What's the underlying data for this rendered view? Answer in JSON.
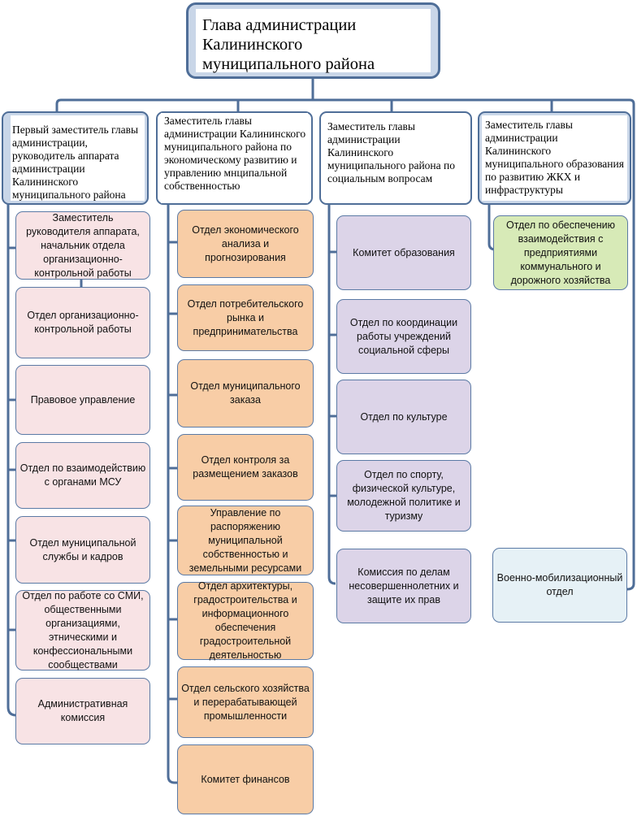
{
  "diagram": {
    "head": {
      "label": "Глава администрации Калининского муниципального района"
    },
    "branches": [
      {
        "deputy": "Первый заместитель главы администрации, руководитель аппарата администрации Калининского муниципального района",
        "color": "#f8e3e5",
        "units": [
          "Заместитель руководителя аппарата, начальник отдела организационно-контрольной работы",
          "Отдел организационно-контрольной работы",
          "Правовое управление",
          "Отдел по взаимодействию с органами МСУ",
          "Отдел муниципальной службы и кадров",
          "Отдел по работе со СМИ, общественными организациями, этническими и конфессиональными сообществами",
          "Административная комиссия"
        ]
      },
      {
        "deputy": "Заместитель главы администрации Калининского муниципального района по экономическому развитию и управлению мнципальной собственностью",
        "color": "#f8cda6",
        "units": [
          "Отдел экономического анализа и прогнозирования",
          "Отдел потребительского рынка и предпринимательства",
          "Отдел муниципального заказа",
          "Отдел контроля за размещением заказов",
          "Управление по распоряжению муниципальной собственностью и земельными ресурсами",
          "Отдел архитектуры, градостроительства и информационного обеспечения градостроительной деятельностью",
          "Отдел сельского хозяйства и перерабатывающей промышленности",
          "Комитет финансов"
        ]
      },
      {
        "deputy": "Заместитель главы администрации Калининского муниципального района по социальным вопросам",
        "color": "#dcd4e8",
        "units": [
          "Комитет образования",
          "Отдел по координации работы учреждений социальной сферы",
          "Отдел по культуре",
          "Отдел по спорту, физической культуре, молодежной политике и туризму",
          "Комиссия по делам несовершеннолетних и защите их прав"
        ]
      },
      {
        "deputy": "Заместитель главы администрации Калининского муниципального образования по развитию ЖКХ и инфраструктуры",
        "color": "#d7eab7",
        "units": [
          "Отдел по обеспечению взаимодействия с предприятиями коммунального и дорожного хозяйства"
        ]
      }
    ],
    "standalone": {
      "label": "Военно-мобилизационный отдел",
      "color": "#e6f1f6"
    }
  }
}
